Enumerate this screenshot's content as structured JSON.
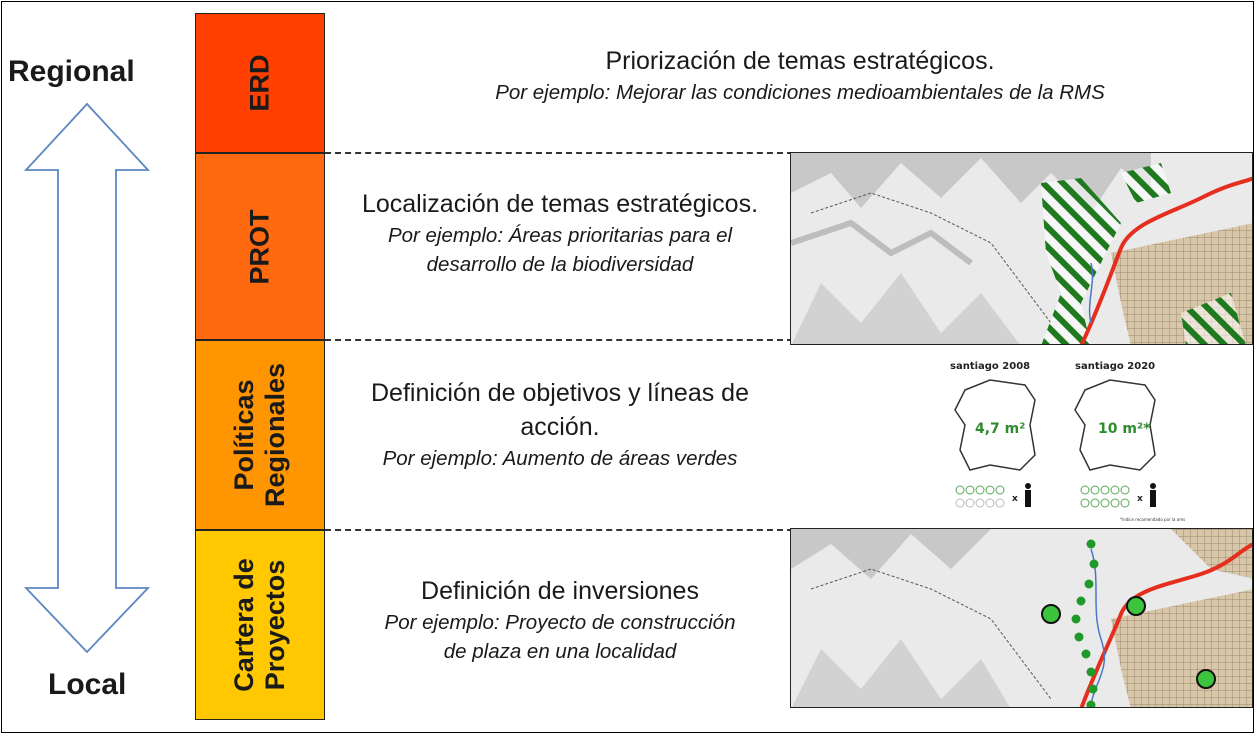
{
  "scale": {
    "top_label": "Regional",
    "bottom_label": "Local"
  },
  "tiers": [
    {
      "lines": [
        "ERD"
      ],
      "color": "#FF4000"
    },
    {
      "lines": [
        "PROT"
      ],
      "color": "#FF6A10"
    },
    {
      "lines": [
        "Políticas",
        "Regionales"
      ],
      "color": "#FF9500"
    },
    {
      "lines": [
        "Cartera de",
        "Proyectos"
      ],
      "color": "#FFC800"
    }
  ],
  "descriptions": [
    {
      "main": [
        "Priorización de temas estratégicos."
      ],
      "example": [
        "Por ejemplo: Mejorar las condiciones medioambientales de la RMS"
      ]
    },
    {
      "main": [
        "Localización de temas estratégicos."
      ],
      "example": [
        "Por ejemplo: Áreas prioritarias para el",
        "desarrollo de la biodiversidad"
      ]
    },
    {
      "main": [
        "Definición de objetivos y líneas de",
        "acción."
      ],
      "example": [
        "Por ejemplo: Aumento de áreas verdes"
      ]
    },
    {
      "main": [
        "Definición de inversiones"
      ],
      "example": [
        "Por ejemplo: Proyecto de construcción",
        "de plaza en una localidad"
      ]
    }
  ],
  "infographic": {
    "left": {
      "title": "santiago 2008",
      "value": "4,7 m²"
    },
    "right": {
      "title": "santiago 2020",
      "value": "10 m²*"
    },
    "times": "x",
    "footnote": "*índice recomendado por la oms"
  },
  "colors": {
    "green": "#1f7a1f",
    "dot_green": "#3cc43c",
    "road_red": "#e62e1e",
    "arrow_stroke": "#5b86c4"
  }
}
